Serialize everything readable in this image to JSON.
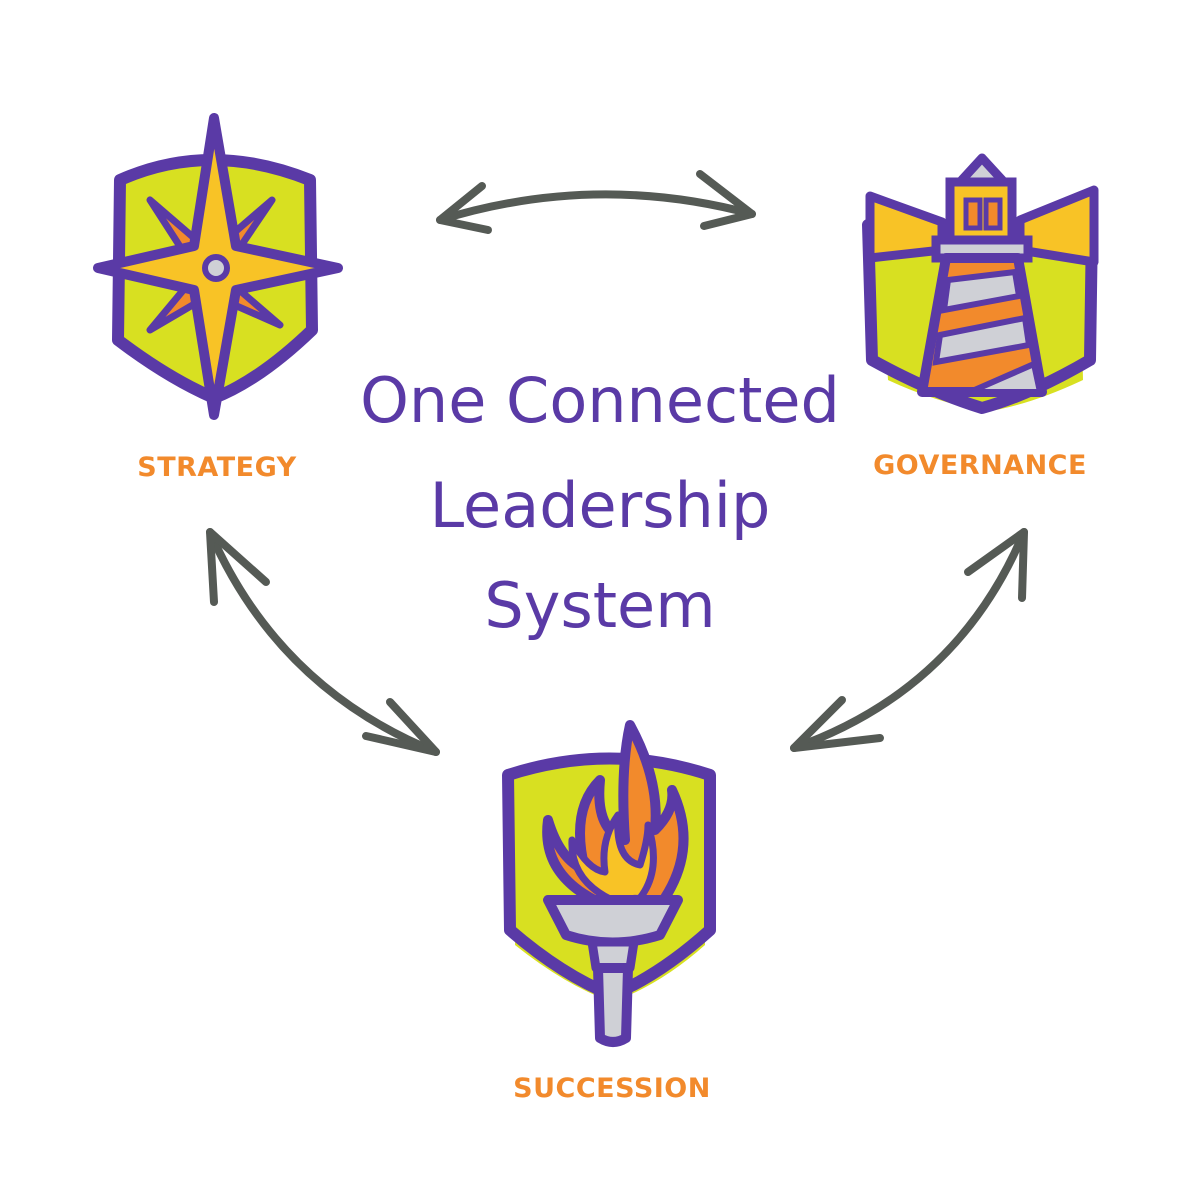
{
  "title": {
    "line1": "One Connected",
    "line2": "Leadership",
    "line3": "System"
  },
  "nodes": {
    "strategy": {
      "label": "STRATEGY",
      "icon": "compass-star-icon"
    },
    "governance": {
      "label": "GOVERNANCE",
      "icon": "lighthouse-icon"
    },
    "succession": {
      "label": "SUCCESSION",
      "icon": "torch-icon"
    }
  },
  "connections": [
    {
      "from": "STRATEGY",
      "to": "GOVERNANCE",
      "direction": "bidirectional"
    },
    {
      "from": "STRATEGY",
      "to": "SUCCESSION",
      "direction": "bidirectional"
    },
    {
      "from": "GOVERNANCE",
      "to": "SUCCESSION",
      "direction": "bidirectional"
    }
  ],
  "colors": {
    "purple": "#5a3aa6",
    "orange": "#f28a2c",
    "lime": "#d8e021",
    "yellow": "#f8c326",
    "arrow": "#555a55",
    "grey": "#cfd0d6"
  }
}
